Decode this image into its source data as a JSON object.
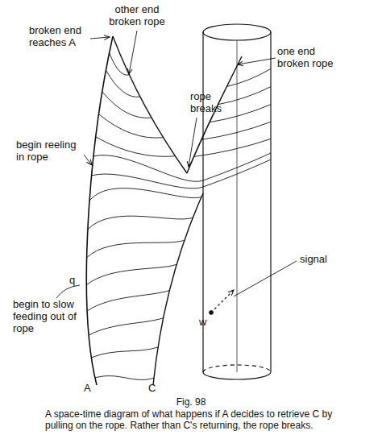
{
  "diagram": {
    "title": "Fig. 98",
    "caption": "A space-time diagram of what happens if A decides to retrieve C by pulling on the rope. Rather than C's returning, the rope breaks.",
    "labels": [
      "other end broken rope",
      "one end broken rope",
      "broken end reaches A",
      "rope breaks",
      "begin reeling in rope",
      "signal",
      "w",
      "q",
      "begin to slow feeding out of rope",
      "A",
      "C"
    ]
  }
}
